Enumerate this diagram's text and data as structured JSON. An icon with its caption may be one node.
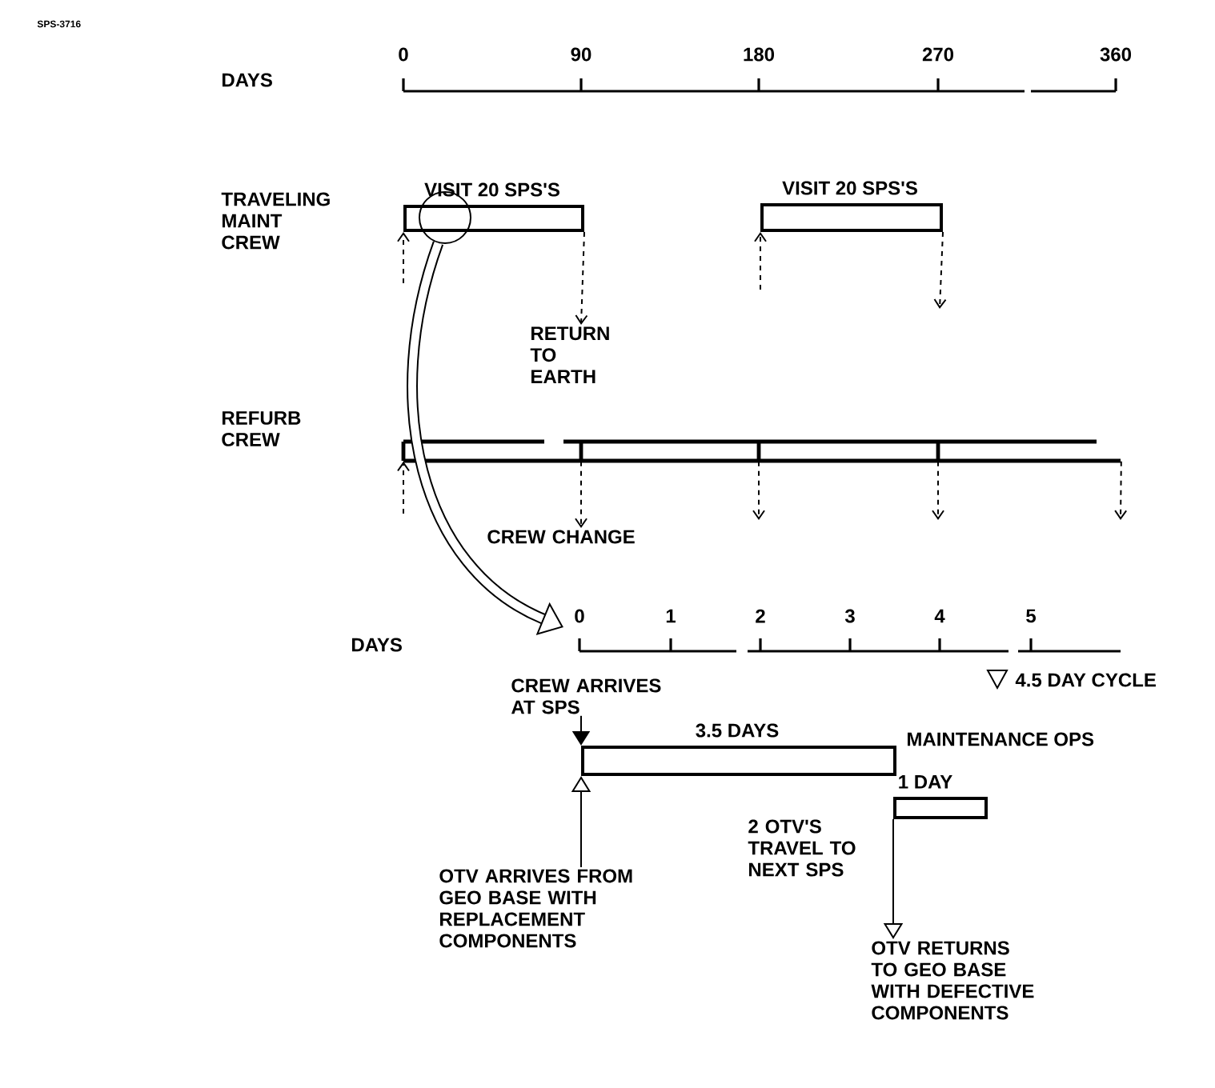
{
  "diagram": {
    "nodes": [
      {
        "text": [
          "VISIT 20 SPS'S"
        ]
      },
      {
        "text": [
          "VISIT 20 SPS'S"
        ]
      },
      {
        "text": [],
        "shape": "circle"
      },
      {
        "text": [
          "RETURN TO EARTH"
        ]
      },
      {
        "text": [],
        "shape": "bar"
      },
      {
        "text": [
          "3.5 DAYS"
        ]
      },
      {
        "text": [
          "1 DAY"
        ]
      },
      {
        "text": [
          "CREW ARRIVES AT SPS"
        ]
      },
      {
        "text": [
          "OTV ARRIVES FROM GEO BASE WITH REPLACEMENT COMPONENTS"
        ]
      },
      {
        "text": [
          "OTV RETURNS TO GEO BASE WITH DEFECTIVE COMPONENTS"
        ]
      },
      {
        "text": [
          "CREW CHANGE"
        ]
      }
    ],
    "edges": [
      {
        "from": null,
        "to": 0,
        "arrow": "to",
        "style": "dashed"
      },
      {
        "from": 0,
        "to": 3,
        "arrow": "to",
        "style": "dashed"
      },
      {
        "from": null,
        "to": 1,
        "arrow": "to",
        "style": "dashed"
      },
      {
        "from": 1,
        "to": null,
        "arrow": "to",
        "style": "dashed"
      },
      {
        "from": 2,
        "to": null,
        "arrow": "to",
        "style": "thick"
      },
      {
        "from": null,
        "to": 4,
        "arrow": "to",
        "style": "dashed"
      },
      {
        "from": 4,
        "to": 10,
        "arrow": "to",
        "style": "dashed"
      },
      {
        "from": 4,
        "to": null,
        "arrow": "to",
        "style": "dashed"
      },
      {
        "from": 4,
        "to": null,
        "arrow": "to",
        "style": "dashed"
      },
      {
        "from": 4,
        "to": null,
        "arrow": "to",
        "style": "dashed"
      },
      {
        "from": 7,
        "to": 5,
        "arrow": "to"
      },
      {
        "from": 8,
        "to": 5,
        "arrow": "to"
      },
      {
        "from": 6,
        "to": 9,
        "arrow": "to"
      }
    ],
    "labels": [
      "SPS-3716",
      "DAYS",
      "0",
      "90",
      "180",
      "270",
      "360",
      "TRAVELING MAINT CREW",
      "REFURB CREW",
      "DAYS",
      "0",
      "1",
      "2",
      "3",
      "4",
      "5",
      "4.5 DAY CYCLE",
      "MAINTENANCE OPS",
      "2 OTV'S TRAVEL TO NEXT SPS"
    ]
  }
}
